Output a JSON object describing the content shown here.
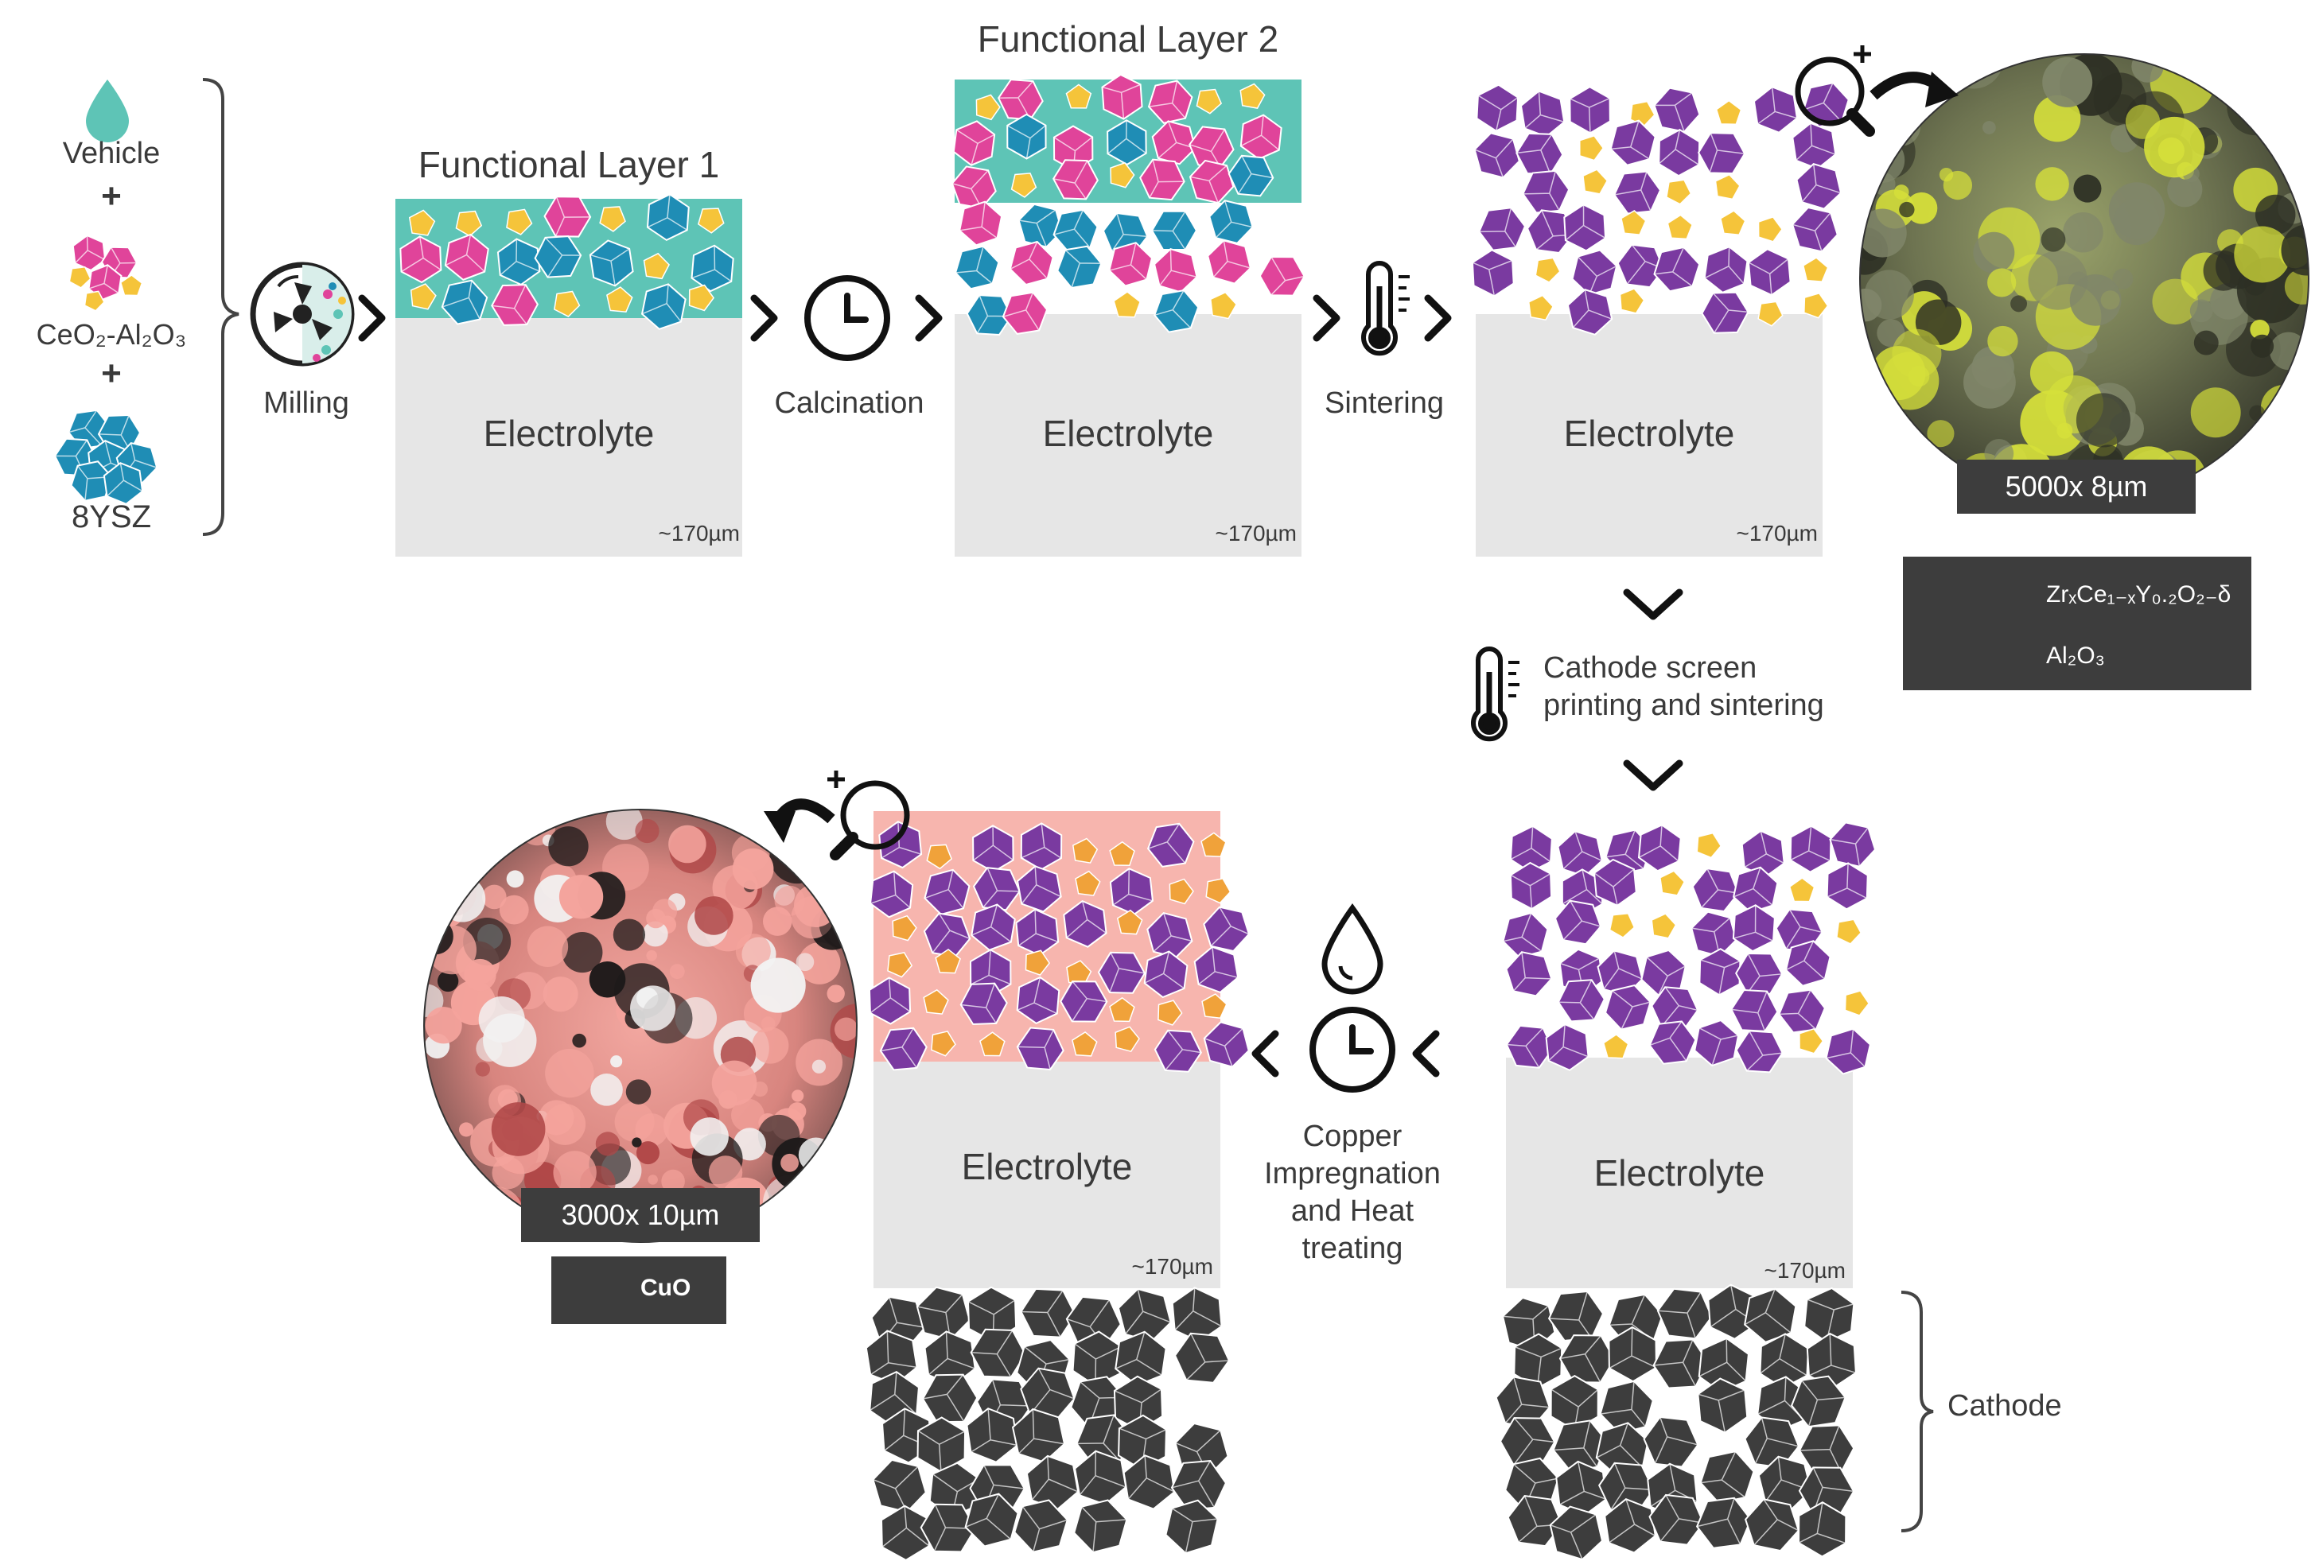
{
  "materials": {
    "vehicle": "Vehicle",
    "plus1": "+",
    "ceo2_al2o3": "CeO₂-Al₂O₃",
    "plus2": "+",
    "ysz": "8YSZ"
  },
  "steps": {
    "milling": "Milling",
    "calcination": "Calcination",
    "sintering": "Sintering",
    "cathode_screen": "Cathode screen\nprinting and sintering",
    "copper": "Copper\nImpregnation\nand Heat\ntreating"
  },
  "layers": {
    "functional_layer_1": "Functional Layer 1",
    "functional_layer_2": "Functional Layer 2",
    "electrolyte": "Electrolyte",
    "thickness": "~170µm",
    "cathode": "Cathode"
  },
  "micrographs": {
    "top_scale": "5000x 8µm",
    "bottom_scale": "3000x 10µm"
  },
  "legend": {
    "zrce": "ZrₓCe₁₋ₓY₀.₂O₂₋δ",
    "al2o3": "Al₂O₃",
    "cuo": "CuO"
  },
  "colors": {
    "teal": "#5ec4b6",
    "pink": "#e0449a",
    "blue": "#1f8db5",
    "yellow": "#f5c43a",
    "purple": "#7a3aa0",
    "dark": "#3d3d3d",
    "electrolyte": "#e6e6e6",
    "salmon": "#f7b5ae"
  }
}
